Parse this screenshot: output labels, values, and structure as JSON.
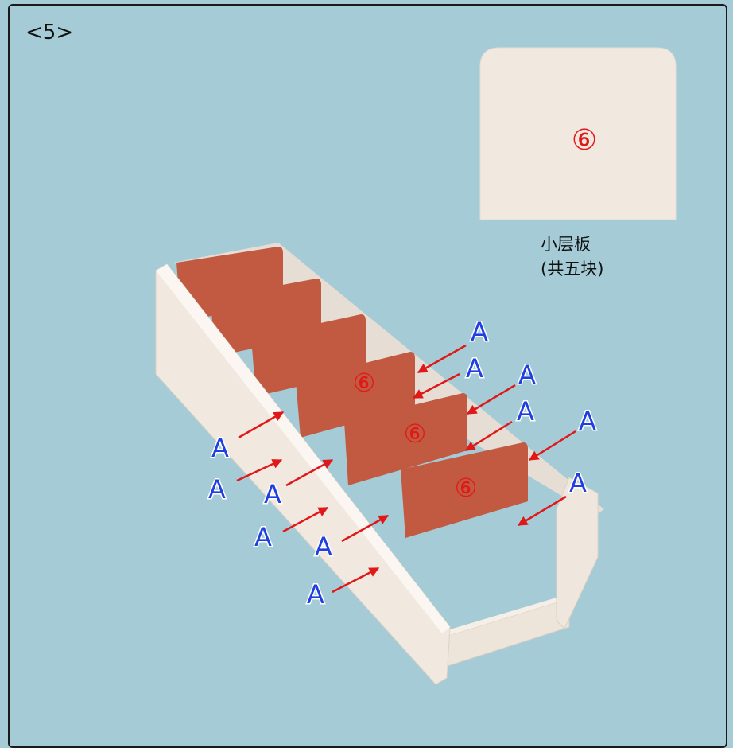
{
  "step_label": "<5>",
  "part": {
    "number": "⑥",
    "name": "小层板",
    "quantity": "(共五块)"
  },
  "shelf_labels": [
    "⑥",
    "⑥",
    "⑥"
  ],
  "screw_label": "A",
  "colors": {
    "background": "#a4cbd6",
    "board": "#f1e8e0",
    "divider": "#c25a42",
    "arrow": "#e01818",
    "label": "#1f3fe0"
  }
}
